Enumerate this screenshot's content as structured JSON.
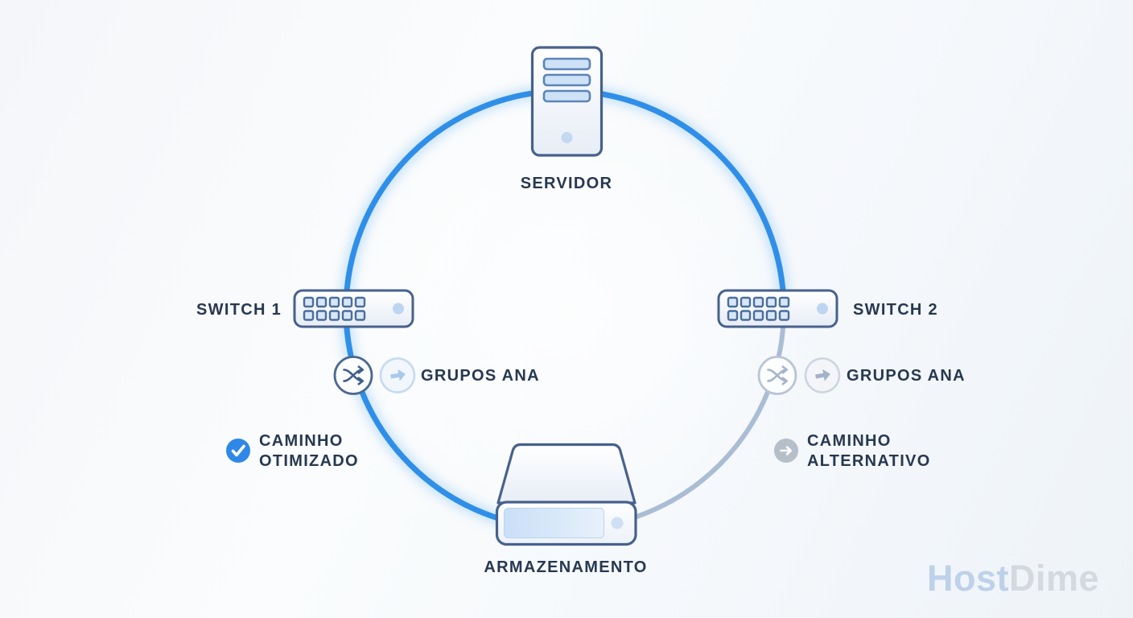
{
  "nodes": {
    "server": {
      "label": "SERVIDOR"
    },
    "switch1": {
      "label": "SWITCH 1"
    },
    "switch2": {
      "label": "SWITCH 2"
    },
    "storage": {
      "label": "ARMAZENAMENTO"
    }
  },
  "path_groups": {
    "left": {
      "label": "GRUPOS ANA"
    },
    "right": {
      "label": "GRUPOS ANA"
    }
  },
  "legend": {
    "optimized": {
      "label": "CAMINHO\nOTIMIZADO"
    },
    "alternative": {
      "label": "CAMINHO\nALTERNATIVO"
    }
  },
  "watermark": {
    "part1": "Host",
    "part2": "Dime"
  },
  "colors": {
    "optimized_path": "#2f8fe8",
    "alternative_path": "#aabdd4",
    "node_border": "#47618c",
    "node_accent_fill": "#cde2f7",
    "label_text": "#273850",
    "legend_check_bg": "#2f88e8",
    "legend_arrow_bg": "#b5bfca",
    "watermark_host": "#bdd1ea",
    "watermark_dime": "#d4d9e0"
  }
}
